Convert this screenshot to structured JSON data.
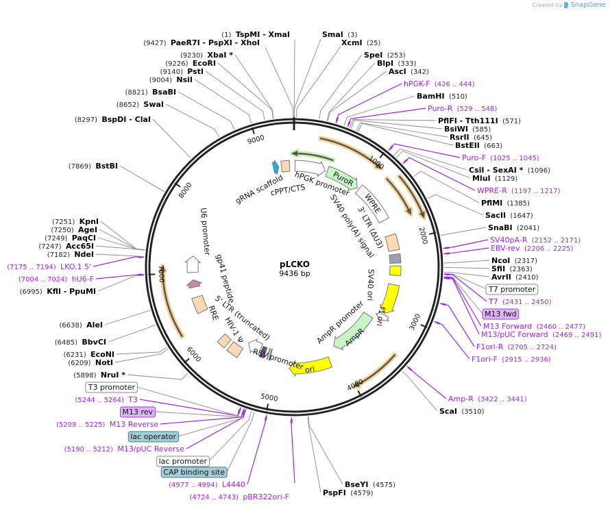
{
  "watermark": {
    "prefix": "Created by",
    "brand": "SnapGene"
  },
  "map": {
    "name": "pLCKO",
    "size": "9436 bp",
    "total_bp": 9436
  },
  "ticks": [
    1000,
    2000,
    3000,
    4000,
    5000,
    6000,
    7000,
    8000,
    9000
  ],
  "colors": {
    "enzyme_line": "#888888",
    "primer": "#a020f0",
    "orf": "#f5c77e",
    "ring": "#222222"
  },
  "sites": [
    {
      "name": "TspMI  - XmaI",
      "pos": "(1)",
      "bp": 1,
      "kind": "enzyme"
    },
    {
      "name": "PaeR7I  - PspXI  - XhoI",
      "pos": "(9427)",
      "bp": 9427,
      "kind": "enzyme"
    },
    {
      "name": "SmaI",
      "pos": "(3)",
      "bp": 3,
      "kind": "enzyme"
    },
    {
      "name": "XcmI",
      "pos": "(25)",
      "bp": 25,
      "kind": "enzyme"
    },
    {
      "name": "SpeI",
      "pos": "(253)",
      "bp": 253,
      "kind": "enzyme"
    },
    {
      "name": "BlpI",
      "pos": "(333)",
      "bp": 333,
      "kind": "enzyme"
    },
    {
      "name": "AscI",
      "pos": "(342)",
      "bp": 342,
      "kind": "enzyme"
    },
    {
      "name": "hPGK-F",
      "pos": "(426 .. 444)",
      "bp": 426,
      "kind": "primer"
    },
    {
      "name": "BamHI",
      "pos": "(510)",
      "bp": 510,
      "kind": "enzyme"
    },
    {
      "name": "Puro-R",
      "pos": "(529 .. 548)",
      "bp": 548,
      "kind": "primer"
    },
    {
      "name": "PflFI  - Tth111I",
      "pos": "(571)",
      "bp": 571,
      "kind": "enzyme"
    },
    {
      "name": "BsiWI",
      "pos": "(585)",
      "bp": 585,
      "kind": "enzyme"
    },
    {
      "name": "RsrII",
      "pos": "(645)",
      "bp": 645,
      "kind": "enzyme"
    },
    {
      "name": "BstEII",
      "pos": "(663)",
      "bp": 663,
      "kind": "enzyme"
    },
    {
      "name": "Puro-F",
      "pos": "(1025 .. 1045)",
      "bp": 1025,
      "kind": "primer"
    },
    {
      "name": "CsiI  - SexAI *",
      "pos": "(1096)",
      "bp": 1096,
      "kind": "enzyme"
    },
    {
      "name": "MluI",
      "pos": "(1129)",
      "bp": 1129,
      "kind": "enzyme"
    },
    {
      "name": "WPRE-R",
      "pos": "(1197 .. 1217)",
      "bp": 1217,
      "kind": "primer"
    },
    {
      "name": "PflMI",
      "pos": "(1385)",
      "bp": 1385,
      "kind": "enzyme"
    },
    {
      "name": "SacII",
      "pos": "(1647)",
      "bp": 1647,
      "kind": "enzyme"
    },
    {
      "name": "SnaBI",
      "pos": "(2041)",
      "bp": 2041,
      "kind": "enzyme"
    },
    {
      "name": "SV40pA-R",
      "pos": "(2152 .. 2171)",
      "bp": 2171,
      "kind": "primer"
    },
    {
      "name": "EBV-rev",
      "pos": "(2206 .. 2225)",
      "bp": 2225,
      "kind": "primer"
    },
    {
      "name": "NcoI",
      "pos": "(2317)",
      "bp": 2317,
      "kind": "enzyme"
    },
    {
      "name": "SfiI",
      "pos": "(2363)",
      "bp": 2363,
      "kind": "enzyme"
    },
    {
      "name": "AvrII",
      "pos": "(2410)",
      "bp": 2410,
      "kind": "enzyme"
    },
    {
      "name": "T7 promoter",
      "pos": "",
      "bp": 2425,
      "kind": "feature",
      "box": "plain"
    },
    {
      "name": "T7",
      "pos": "(2431 .. 2450)",
      "bp": 2431,
      "kind": "primer"
    },
    {
      "name": "M13 fwd",
      "pos": "",
      "bp": 2455,
      "kind": "feature",
      "box": "m13"
    },
    {
      "name": "M13 Forward",
      "pos": "(2460 .. 2477)",
      "bp": 2460,
      "kind": "primer"
    },
    {
      "name": "M13/pUC Forward",
      "pos": "(2469 .. 2491)",
      "bp": 2469,
      "kind": "primer"
    },
    {
      "name": "F1ori-R",
      "pos": "(2705 .. 2724)",
      "bp": 2724,
      "kind": "primer"
    },
    {
      "name": "F1ori-F",
      "pos": "(2915 .. 2936)",
      "bp": 2915,
      "kind": "primer"
    },
    {
      "name": "Amp-R",
      "pos": "(3422 .. 3441)",
      "bp": 3441,
      "kind": "primer"
    },
    {
      "name": "ScaI",
      "pos": "(3510)",
      "bp": 3510,
      "kind": "enzyme"
    },
    {
      "name": "BseYI",
      "pos": "(4575)",
      "bp": 4575,
      "kind": "enzyme"
    },
    {
      "name": "PspFI",
      "pos": "(4579)",
      "bp": 4579,
      "kind": "enzyme"
    },
    {
      "name": "pBR322ori-F",
      "pos": "(4724 .. 4743)",
      "bp": 4743,
      "kind": "primer"
    },
    {
      "name": "L4440",
      "pos": "(4977 .. 4994)",
      "bp": 4994,
      "kind": "primer"
    },
    {
      "name": "CAP binding site",
      "pos": "",
      "bp": 5120,
      "kind": "feature",
      "box": "teal"
    },
    {
      "name": "lac promoter",
      "pos": "",
      "bp": 5150,
      "kind": "feature",
      "box": "plain"
    },
    {
      "name": "M13/pUC Reverse",
      "pos": "(5190 .. 5212)",
      "bp": 5212,
      "kind": "primer"
    },
    {
      "name": "lac operator",
      "pos": "",
      "bp": 5205,
      "kind": "feature",
      "box": "teal"
    },
    {
      "name": "M13 Reverse",
      "pos": "(5209 .. 5225)",
      "bp": 5225,
      "kind": "primer"
    },
    {
      "name": "M13 rev",
      "pos": "",
      "bp": 5230,
      "kind": "feature",
      "box": "m13"
    },
    {
      "name": "T3",
      "pos": "(5244 .. 5264)",
      "bp": 5264,
      "kind": "primer"
    },
    {
      "name": "T3 promoter",
      "pos": "",
      "bp": 5255,
      "kind": "feature",
      "box": "plain"
    },
    {
      "name": "NruI *",
      "pos": "(5898)",
      "bp": 5898,
      "kind": "enzyme"
    },
    {
      "name": "NotI",
      "pos": "(6209)",
      "bp": 6209,
      "kind": "enzyme"
    },
    {
      "name": "EcoNI",
      "pos": "(6231)",
      "bp": 6231,
      "kind": "enzyme"
    },
    {
      "name": "BbvCI",
      "pos": "(6485)",
      "bp": 6485,
      "kind": "enzyme"
    },
    {
      "name": "AleI",
      "pos": "(6638)",
      "bp": 6638,
      "kind": "enzyme"
    },
    {
      "name": "KflI  - PpuMI",
      "pos": "(6995)",
      "bp": 6995,
      "kind": "enzyme"
    },
    {
      "name": "hU6-F",
      "pos": "(7004 .. 7024)",
      "bp": 7004,
      "kind": "primer"
    },
    {
      "name": "LKO.1 5'",
      "pos": "(7175 .. 7194)",
      "bp": 7175,
      "kind": "primer"
    },
    {
      "name": "NdeI",
      "pos": "(7182)",
      "bp": 7182,
      "kind": "enzyme"
    },
    {
      "name": "Acc65I",
      "pos": "(7247)",
      "bp": 7247,
      "kind": "enzyme"
    },
    {
      "name": "PaqCI",
      "pos": "(7249)",
      "bp": 7249,
      "kind": "enzyme"
    },
    {
      "name": "AgeI",
      "pos": "(7250)",
      "bp": 7250,
      "kind": "enzyme"
    },
    {
      "name": "KpnI",
      "pos": "(7251)",
      "bp": 7251,
      "kind": "enzyme"
    },
    {
      "name": "BstBI",
      "pos": "(7869)",
      "bp": 7869,
      "kind": "enzyme"
    },
    {
      "name": "BspDI  - ClaI",
      "pos": "(8297)",
      "bp": 8297,
      "kind": "enzyme"
    },
    {
      "name": "SwaI",
      "pos": "(8652)",
      "bp": 8652,
      "kind": "enzyme"
    },
    {
      "name": "BsaBI",
      "pos": "(8821)",
      "bp": 8821,
      "kind": "enzyme"
    },
    {
      "name": "NsiI",
      "pos": "(9004)",
      "bp": 9004,
      "kind": "enzyme"
    },
    {
      "name": "PstI",
      "pos": "(9140)",
      "bp": 9140,
      "kind": "enzyme"
    },
    {
      "name": "EcoRI",
      "pos": "(9226)",
      "bp": 9226,
      "kind": "enzyme"
    },
    {
      "name": "XbaI *",
      "pos": "(9230)",
      "bp": 9230,
      "kind": "enzyme"
    }
  ],
  "features": [
    {
      "name": "gRNA scaffold",
      "start": 9130,
      "end": 9210,
      "dir": 1,
      "color": "#1ab0e0"
    },
    {
      "name": "cPPT/CTS",
      "start": 9250,
      "end": 9370,
      "dir": 0,
      "color": "#fbd9b6"
    },
    {
      "name": "hPGK promoter",
      "start": 15,
      "end": 470,
      "dir": 1,
      "color": "#ffffff"
    },
    {
      "name": "PuroR",
      "start": 500,
      "end": 1010,
      "dir": 1,
      "color": "#c8f5c8"
    },
    {
      "name": "WPRE",
      "start": 1040,
      "end": 1640,
      "dir": 0,
      "color": "#ffffff"
    },
    {
      "name": "3' LTR (ΔU3)",
      "start": 1880,
      "end": 2110,
      "dir": 0,
      "color": "#fbd9b6"
    },
    {
      "name": "SV40 poly(A) signal",
      "start": 2170,
      "end": 2300,
      "dir": 0,
      "color": "#9aa0a8"
    },
    {
      "name": "SV40 ori",
      "start": 2340,
      "end": 2480,
      "dir": 0,
      "color": "#ffff00"
    },
    {
      "name": "f1 ori",
      "start": 2620,
      "end": 3070,
      "dir": 1,
      "color": "#ffff00"
    },
    {
      "name": "AmpR promoter",
      "start": 3090,
      "end": 3190,
      "dir": 1,
      "color": "#ffffff"
    },
    {
      "name": "AmpR",
      "start": 3220,
      "end": 4020,
      "dir": 1,
      "color": "#c8f5c8"
    },
    {
      "name": "ori",
      "start": 4170,
      "end": 4790,
      "dir": 1,
      "color": "#ffff00"
    },
    {
      "name": "RSV promoter",
      "start": 5300,
      "end": 5530,
      "dir": 1,
      "color": "#ffffff"
    },
    {
      "name": "5' LTR (truncated)",
      "start": 5560,
      "end": 5740,
      "dir": 0,
      "color": "#fbd9b6"
    },
    {
      "name": "HIV-1 Ψ",
      "start": 5790,
      "end": 5920,
      "dir": 0,
      "color": "#fbd9b6"
    },
    {
      "name": "RRE",
      "start": 6400,
      "end": 6630,
      "dir": 0,
      "color": "#fbd9b6"
    },
    {
      "name": "gp41 peptide",
      "start": 6780,
      "end": 6890,
      "dir": 1,
      "color": "#c08aa8"
    },
    {
      "name": "U6 promoter",
      "start": 7000,
      "end": 7240,
      "dir": 1,
      "color": "#ffffff"
    }
  ],
  "orfs": [
    {
      "start": 300,
      "end": 1095,
      "dir": 1,
      "color": "#f5c77e"
    },
    {
      "start": 1210,
      "end": 1730,
      "dir": 1,
      "color": "#f5c77e"
    },
    {
      "start": 1285,
      "end": 1820,
      "dir": 1,
      "color": "#f5c77e"
    },
    {
      "start": 3430,
      "end": 4030,
      "dir": 1,
      "color": "#f5c77e"
    },
    {
      "start": 6240,
      "end": 7100,
      "dir": 1,
      "color": "#f5c77e"
    },
    {
      "start": 9400,
      "end": 530,
      "dir": -1,
      "color": "#b6f0a0"
    }
  ]
}
